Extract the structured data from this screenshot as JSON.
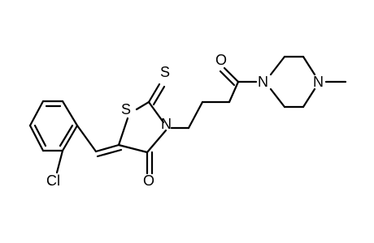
{
  "molecule": {
    "atoms": {
      "sulfur_ring": "S",
      "sulfur_thione": "S",
      "nitrogen_ring": "N",
      "oxygen_ring": "O",
      "oxygen_amide": "O",
      "nitrogen_amide": "N",
      "nitrogen_methyl": "N",
      "chlorine": "Cl"
    },
    "colors": {
      "bond": "#000000",
      "label": "#000000",
      "background": "#ffffff"
    }
  }
}
